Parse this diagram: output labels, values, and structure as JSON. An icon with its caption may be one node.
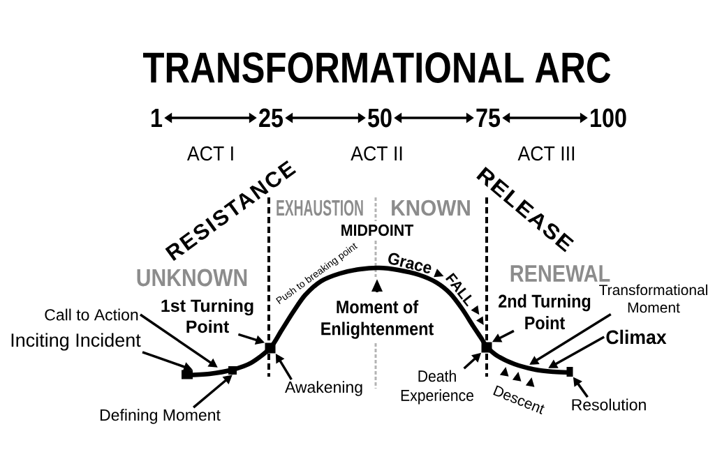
{
  "diagram": {
    "title": "TRANSFORMATIONAL ARC",
    "nodes": [
      {
        "text": [
          "1"
        ]
      },
      {
        "text": [
          "25"
        ]
      },
      {
        "text": [
          "50"
        ]
      },
      {
        "text": [
          "75"
        ]
      },
      {
        "text": [
          "100"
        ]
      },
      {
        "text": [
          "Transformational Moment"
        ]
      },
      {
        "text": [
          "1st Turning Point"
        ]
      },
      {
        "text": [
          "Moment of Enlightenment"
        ]
      },
      {
        "text": [
          "2nd Turning Point"
        ]
      },
      {
        "text": [
          "Call to Action"
        ]
      },
      {
        "text": [
          "Climax"
        ]
      },
      {
        "text": [
          "Inciting Incident"
        ]
      },
      {
        "text": [],
        "shape": "box"
      },
      {
        "text": [],
        "shape": "box"
      },
      {
        "text": [],
        "shape": "box"
      },
      {
        "text": [],
        "shape": "box"
      },
      {
        "text": [],
        "shape": "box"
      },
      {
        "text": [
          "Awakening"
        ]
      },
      {
        "text": [
          "Death Experience"
        ]
      },
      {
        "text": [
          "Defining Moment"
        ]
      },
      {
        "text": [
          "Resolution"
        ]
      }
    ],
    "edges": [
      {
        "from": 0,
        "to": 1,
        "arrow": "both"
      },
      {
        "from": 1,
        "to": 2,
        "arrow": "both"
      },
      {
        "from": 2,
        "to": 3,
        "arrow": "both"
      },
      {
        "from": 3,
        "to": 4,
        "arrow": "both"
      },
      {
        "from": 9,
        "to": null,
        "arrow": "to"
      },
      {
        "from": 11,
        "to": 12,
        "arrow": "to"
      },
      {
        "from": 19,
        "to": 13,
        "arrow": "to"
      },
      {
        "from": 6,
        "to": 14,
        "arrow": "to"
      },
      {
        "from": 17,
        "to": 14,
        "arrow": "to"
      },
      {
        "from": 7,
        "to": null,
        "arrow": "to"
      },
      {
        "from": 18,
        "to": 15,
        "arrow": "to"
      },
      {
        "from": 8,
        "to": 15,
        "arrow": "to"
      },
      {
        "from": 5,
        "to": null,
        "arrow": "to"
      },
      {
        "from": 10,
        "to": null,
        "arrow": "to"
      },
      {
        "from": 20,
        "to": 16,
        "arrow": "to"
      }
    ],
    "labels": [
      "ACT I",
      "ACT II",
      "ACT III",
      "RESISTANCE",
      "RELEASE",
      "EXHAUSTION",
      "KNOWN",
      "MIDPOINT",
      "UNKNOWN",
      "RENEWAL",
      "Grace",
      "Push to breaking point",
      "FALL",
      "Descent"
    ]
  }
}
